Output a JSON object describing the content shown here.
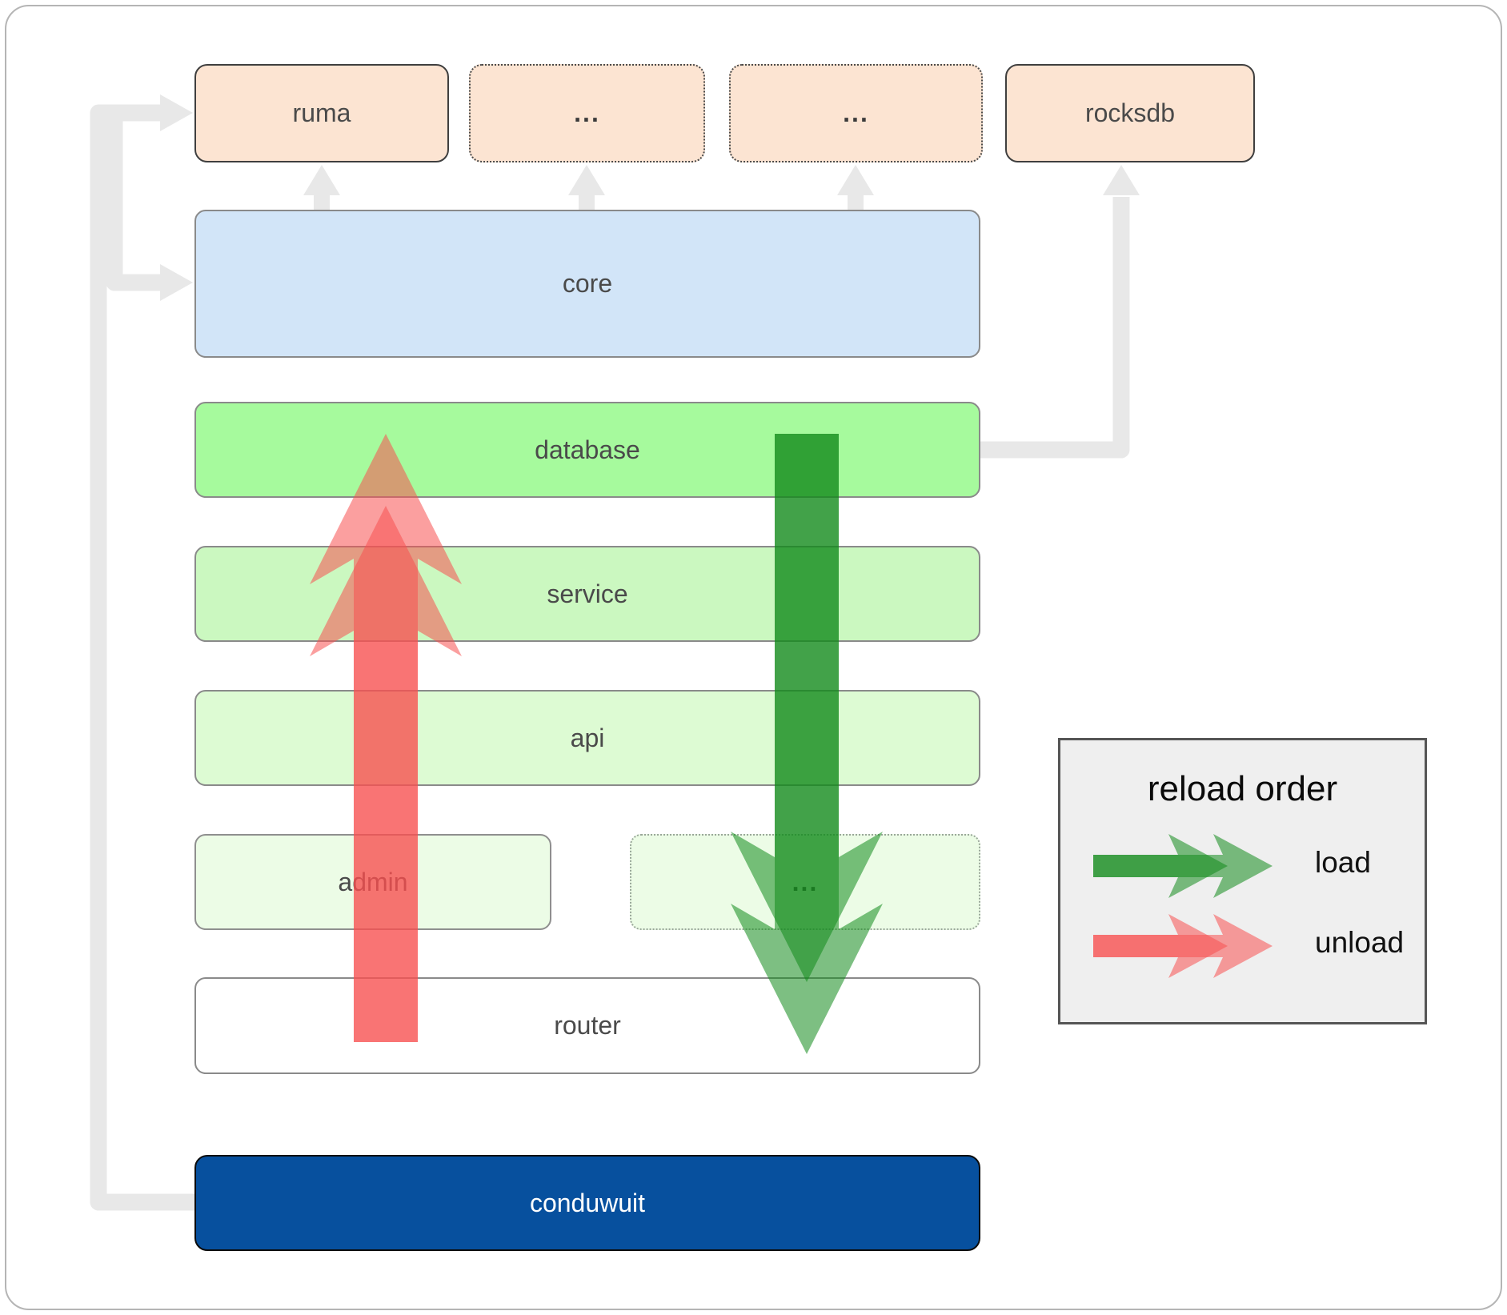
{
  "diagram": {
    "nodes": {
      "ruma": {
        "label": "ruma"
      },
      "dep2": {
        "label": "..."
      },
      "dep3": {
        "label": "..."
      },
      "rocksdb": {
        "label": "rocksdb"
      },
      "core": {
        "label": "core"
      },
      "database": {
        "label": "database"
      },
      "service": {
        "label": "service"
      },
      "api": {
        "label": "api"
      },
      "admin": {
        "label": "admin"
      },
      "service_other": {
        "label": "..."
      },
      "router": {
        "label": "router"
      },
      "conduwuit": {
        "label": "conduwuit"
      }
    },
    "legend": {
      "title": "reload order",
      "load_label": "load",
      "unload_label": "unload"
    },
    "colors": {
      "connector": "#e8e8e8",
      "arrow_load_green": "#128a1c",
      "arrow_unload_red": "#f85050",
      "box_peach": "#fce4d2",
      "box_core_blue": "#d2e5f8",
      "box_database_green": "#a6fa9d",
      "box_service_green": "#cbf8c0",
      "box_api_green": "#ddfbd3",
      "box_admin_green": "#ecfce6",
      "box_router_white": "#ffffff",
      "box_conduwuit_blue": "#07509e",
      "label_text": "#4a4a4a"
    }
  }
}
